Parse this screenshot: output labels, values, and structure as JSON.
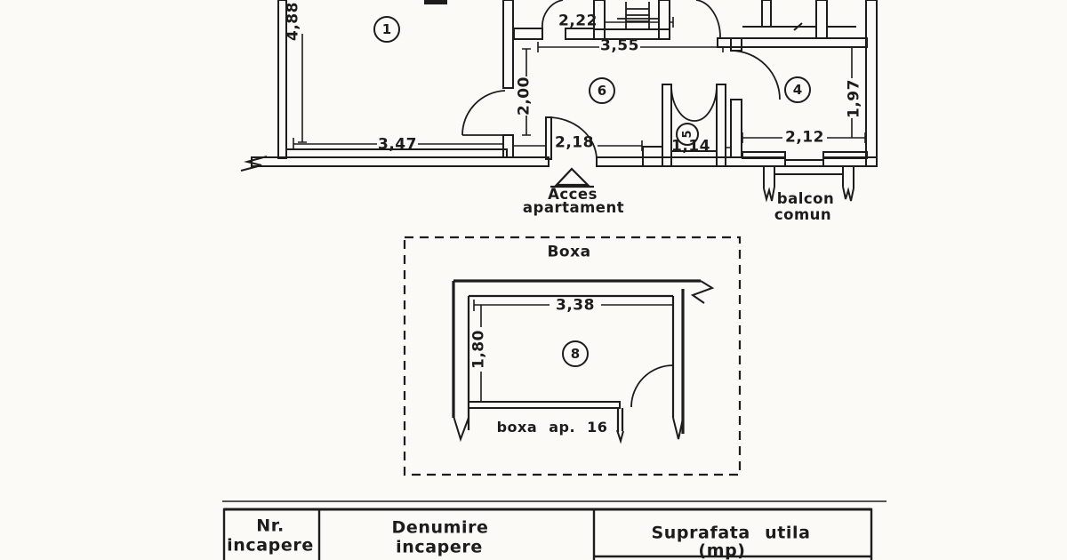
{
  "plan": {
    "rooms": {
      "r1": "1",
      "r4": "4",
      "r5": "5",
      "r6": "6",
      "r8": "8"
    },
    "dimensions": {
      "left_height": "4,88",
      "room1_width": "3,47",
      "hall_height": "2,00",
      "entry_width": "2,18",
      "hall_width": "3,55",
      "top_small_width": "2,22",
      "room5_width": "1,14",
      "room4_width": "2,12",
      "room4_height": "1,97"
    },
    "labels": {
      "access_line1": "Acces",
      "access_line2": "apartament",
      "balcony_line1": "balcon",
      "balcony_line2": "comun"
    }
  },
  "boxa": {
    "title": "Boxa",
    "width": "3,38",
    "height": "1,80",
    "caption": "boxa ap. 16"
  },
  "table": {
    "col1_line1": "Nr.",
    "col1_line2": "incapere",
    "col2_line1": "Denumire",
    "col2_line2": "incapere",
    "col3_line1": "Suprafata utila",
    "col3_line2": "(mp)"
  },
  "colors": {
    "ink": "#1c1c1c",
    "paper": "#fbfaf6"
  }
}
